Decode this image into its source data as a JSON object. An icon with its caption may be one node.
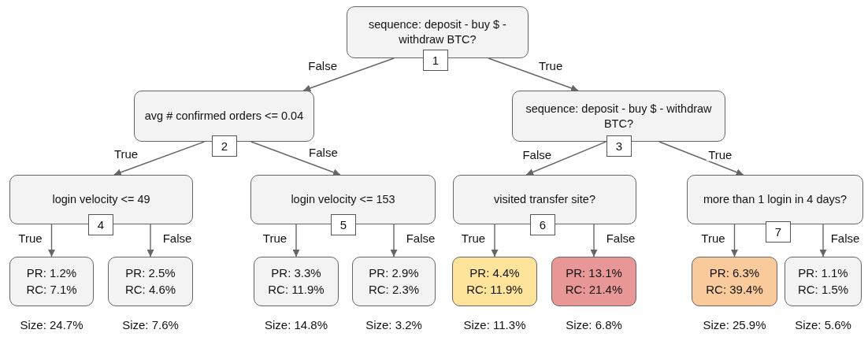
{
  "diagram": {
    "nodes": [
      {
        "text": [
          "sequence: deposit - buy $ - withdraw BTC?"
        ],
        "beside": [
          "1"
        ]
      },
      {
        "text": [
          "avg # confirmed orders <= 0.04"
        ],
        "beside": [
          "2"
        ]
      },
      {
        "text": [
          "sequence: deposit - buy $ - withdraw BTC?"
        ],
        "beside": [
          "3"
        ]
      },
      {
        "text": [
          "login velocity <= 49"
        ],
        "beside": [
          "4"
        ]
      },
      {
        "text": [
          "login velocity <= 153"
        ],
        "beside": [
          "5"
        ]
      },
      {
        "text": [
          "visited transfer site?"
        ],
        "beside": [
          "6"
        ]
      },
      {
        "text": [
          "more than 1 login in 4 days?"
        ],
        "beside": [
          "7"
        ]
      },
      {
        "text": [
          "PR: 1.2%",
          "RC: 7.1%"
        ],
        "beside": [
          "Size: 24.7%"
        ]
      },
      {
        "text": [
          "PR: 2.5%",
          "RC: 4.6%"
        ],
        "beside": [
          "Size: 7.6%"
        ]
      },
      {
        "text": [
          "PR: 3.3%",
          "RC: 11.9%"
        ],
        "beside": [
          "Size: 14.8%"
        ]
      },
      {
        "text": [
          "PR: 2.9%",
          "RC: 2.3%"
        ],
        "beside": [
          "Size: 3.2%"
        ]
      },
      {
        "text": [
          "PR: 4.4%",
          "RC: 11.9%"
        ],
        "beside": [
          "Size: 11.3%"
        ]
      },
      {
        "text": [
          "PR: 13.1%",
          "RC: 21.4%"
        ],
        "beside": [
          "Size: 6.8%"
        ]
      },
      {
        "text": [
          "PR: 6.3%",
          "RC: 39.4%"
        ],
        "beside": [
          "Size: 25.9%"
        ]
      },
      {
        "text": [
          "PR: 1.1%",
          "RC: 1.5%"
        ],
        "beside": [
          "Size: 5.6%"
        ]
      }
    ],
    "edges": [
      {
        "from": 0,
        "to": 1,
        "arrow": "to",
        "label": "False"
      },
      {
        "from": 0,
        "to": 2,
        "arrow": "to",
        "label": "True"
      },
      {
        "from": 1,
        "to": 3,
        "arrow": "to",
        "label": "True"
      },
      {
        "from": 1,
        "to": 4,
        "arrow": "to",
        "label": "False"
      },
      {
        "from": 2,
        "to": 5,
        "arrow": "to",
        "label": "False"
      },
      {
        "from": 2,
        "to": 6,
        "arrow": "to",
        "label": "True"
      },
      {
        "from": 3,
        "to": 7,
        "arrow": "to",
        "label": "True"
      },
      {
        "from": 3,
        "to": 8,
        "arrow": "to",
        "label": "False"
      },
      {
        "from": 4,
        "to": 9,
        "arrow": "to",
        "label": "True"
      },
      {
        "from": 4,
        "to": 10,
        "arrow": "to",
        "label": "False"
      },
      {
        "from": 5,
        "to": 11,
        "arrow": "to",
        "label": "True"
      },
      {
        "from": 5,
        "to": 12,
        "arrow": "to",
        "label": "False"
      },
      {
        "from": 6,
        "to": 13,
        "arrow": "to",
        "label": "True"
      },
      {
        "from": 6,
        "to": 14,
        "arrow": "to",
        "label": "False"
      }
    ]
  }
}
